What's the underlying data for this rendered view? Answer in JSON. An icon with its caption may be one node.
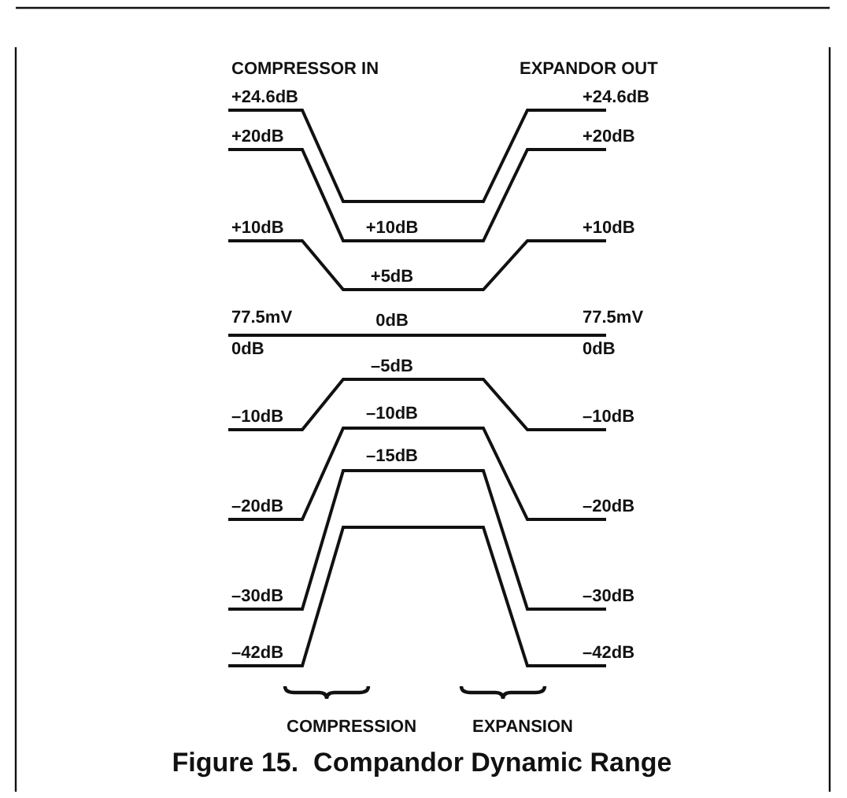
{
  "diagram": {
    "caption": "Figure 15.  Compandor Dynamic Range",
    "labels": [
      "COMPRESSOR IN",
      "EXPANDOR OUT",
      "+24.6dB",
      "+24.6dB",
      "+20dB",
      "+20dB",
      "+10dB",
      "+10dB",
      "+10dB",
      "+5dB",
      "77.5mV",
      "0dB",
      "77.5mV",
      "0dB",
      "0dB",
      "–5dB",
      "–10dB",
      "–10dB",
      "–10dB",
      "–15dB",
      "–20dB",
      "–20dB",
      "–30dB",
      "–30dB",
      "–42dB",
      "–42dB",
      "COMPRESSION",
      "EXPANSION"
    ]
  }
}
